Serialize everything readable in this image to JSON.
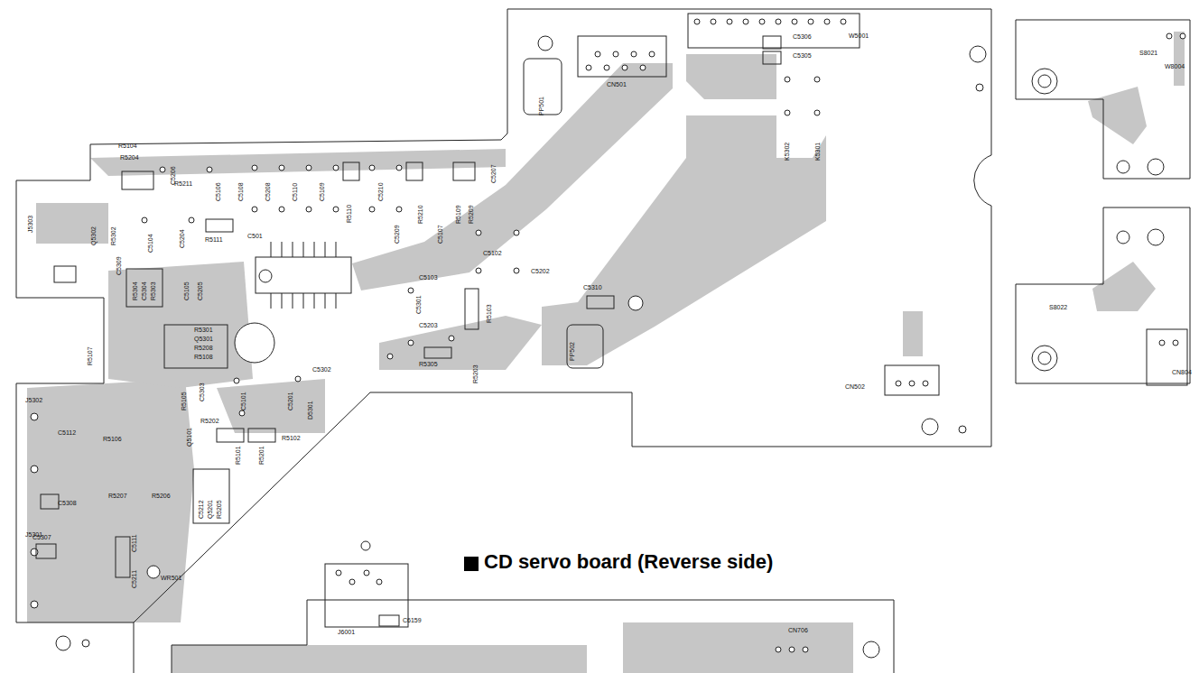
{
  "diagram": {
    "title": "CD servo board (Reverse side)",
    "labels": [
      "C5306",
      "C5305",
      "W5001",
      "CN501",
      "PP501",
      "K5302",
      "K5301",
      "S8021",
      "W8004",
      "S8022",
      "CN804",
      "CN502",
      "C5310",
      "PP502",
      "R5104",
      "R5204",
      "C5206",
      "R5211",
      "C5106",
      "C5108",
      "C5208",
      "C5110",
      "C5109",
      "R5110",
      "C5210",
      "C5209",
      "R5210",
      "C5107",
      "R5109",
      "R5209",
      "C5207",
      "C5102",
      "C5202",
      "C5103",
      "C5301",
      "R5103",
      "C5203",
      "R5305",
      "R5203",
      "J5303",
      "Q5302",
      "R5302",
      "C5104",
      "C5204",
      "R5111",
      "C501",
      "C5309",
      "R5304",
      "C5304",
      "R5303",
      "C5105",
      "C5205",
      "R5301",
      "Q5301",
      "R5208",
      "R5108",
      "R5107",
      "C5303",
      "R5105",
      "R5202",
      "Q5101",
      "C5101",
      "C5201",
      "C5302",
      "D5301",
      "R5102",
      "R5101",
      "R5201",
      "J5302",
      "C5112",
      "R5106",
      "R5207",
      "R5206",
      "C5212",
      "Q5201",
      "R5205",
      "C5308",
      "J5301",
      "C5307",
      "C5111",
      "C5211",
      "WR501",
      "J6001",
      "C6159",
      "CN706"
    ]
  }
}
